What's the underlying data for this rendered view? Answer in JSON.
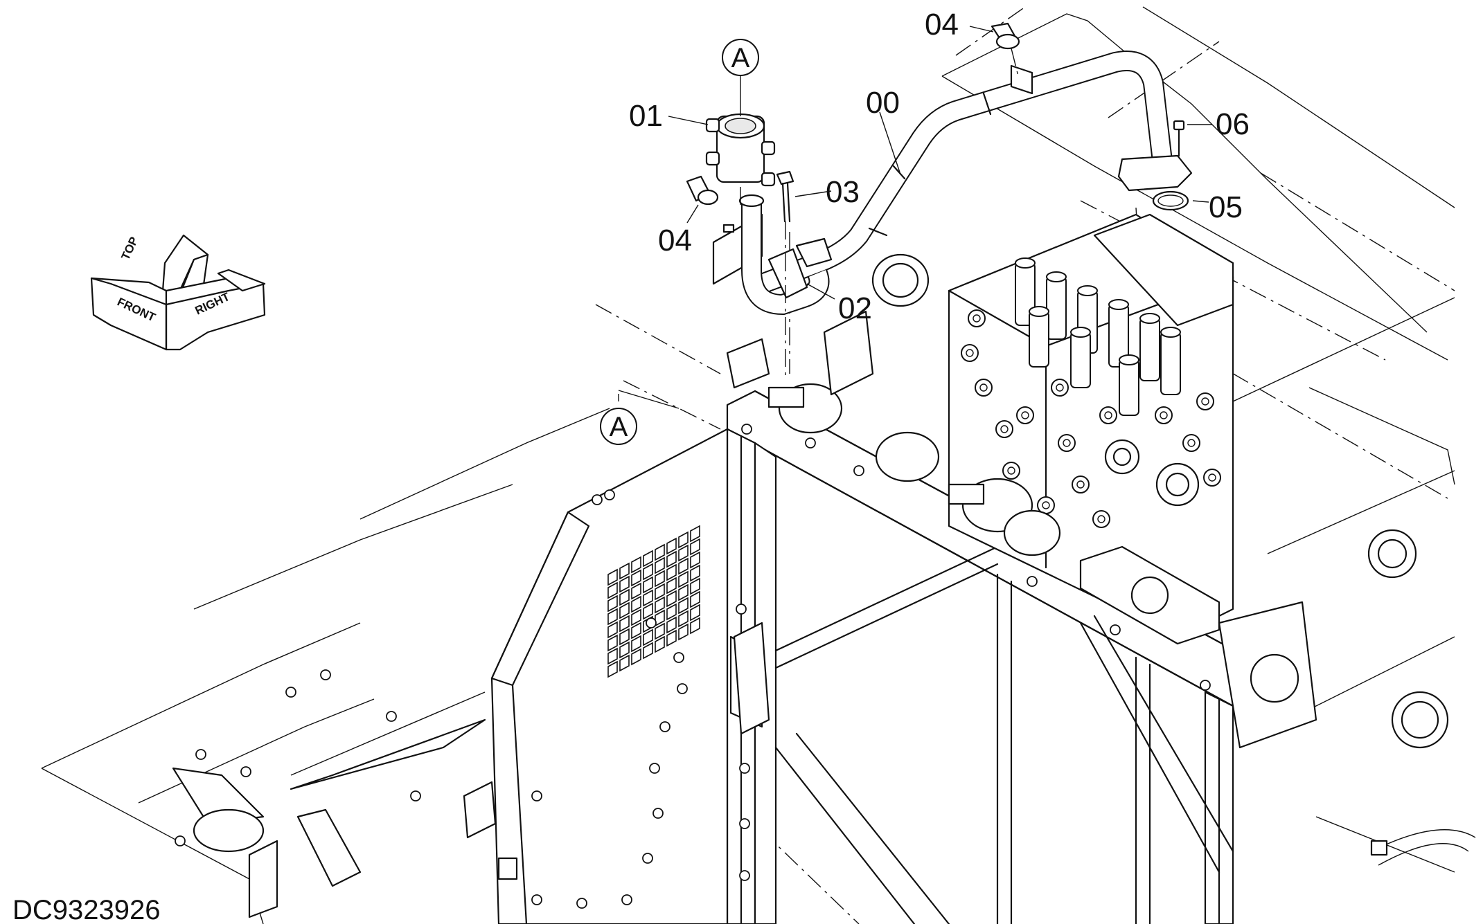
{
  "drawing_code": "DC9323926",
  "part_callouts": {
    "p00": "00",
    "p01": "01",
    "p02": "02",
    "p03": "03",
    "p04_top": "04",
    "p04_left": "04",
    "p05": "05",
    "p06": "06"
  },
  "view_markers": {
    "top_marker": "A",
    "body_marker": "A"
  },
  "orientation_compass": {
    "top": "TOP",
    "front": "FRONT",
    "right": "RIGHT"
  }
}
